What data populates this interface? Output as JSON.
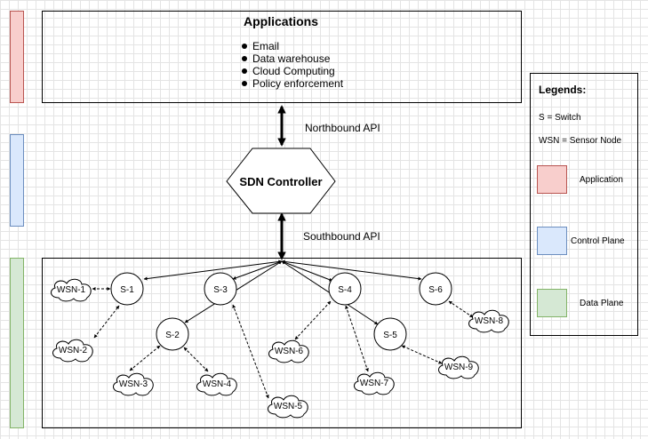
{
  "applications": {
    "title": "Applications",
    "items": [
      "Email",
      "Data warehouse",
      "Cloud Computing",
      "Policy enforcement"
    ]
  },
  "controller": {
    "label": "SDN Controller"
  },
  "apis": {
    "northbound": "Northbound API",
    "southbound": "Southbound API"
  },
  "legend": {
    "title": "Legends:",
    "switch_def": "S = Switch",
    "sensor_def": "WSN = Sensor Node",
    "application": "Application",
    "control_plane": "Control Plane",
    "data_plane": "Data Plane"
  },
  "colors": {
    "application_fill": "#f8cecc",
    "application_stroke": "#b85450",
    "control_fill": "#dae8fc",
    "control_stroke": "#6c8ebf",
    "data_fill": "#d5e8d4",
    "data_stroke": "#82b366"
  },
  "switches": [
    "S-1",
    "S-2",
    "S-3",
    "S-4",
    "S-5",
    "S-6"
  ],
  "sensors": [
    "WSN-1",
    "WSN-2",
    "WSN-3",
    "WSN-4",
    "WSN-5",
    "WSN-6",
    "WSN-7",
    "WSN-8",
    "WSN-9"
  ]
}
